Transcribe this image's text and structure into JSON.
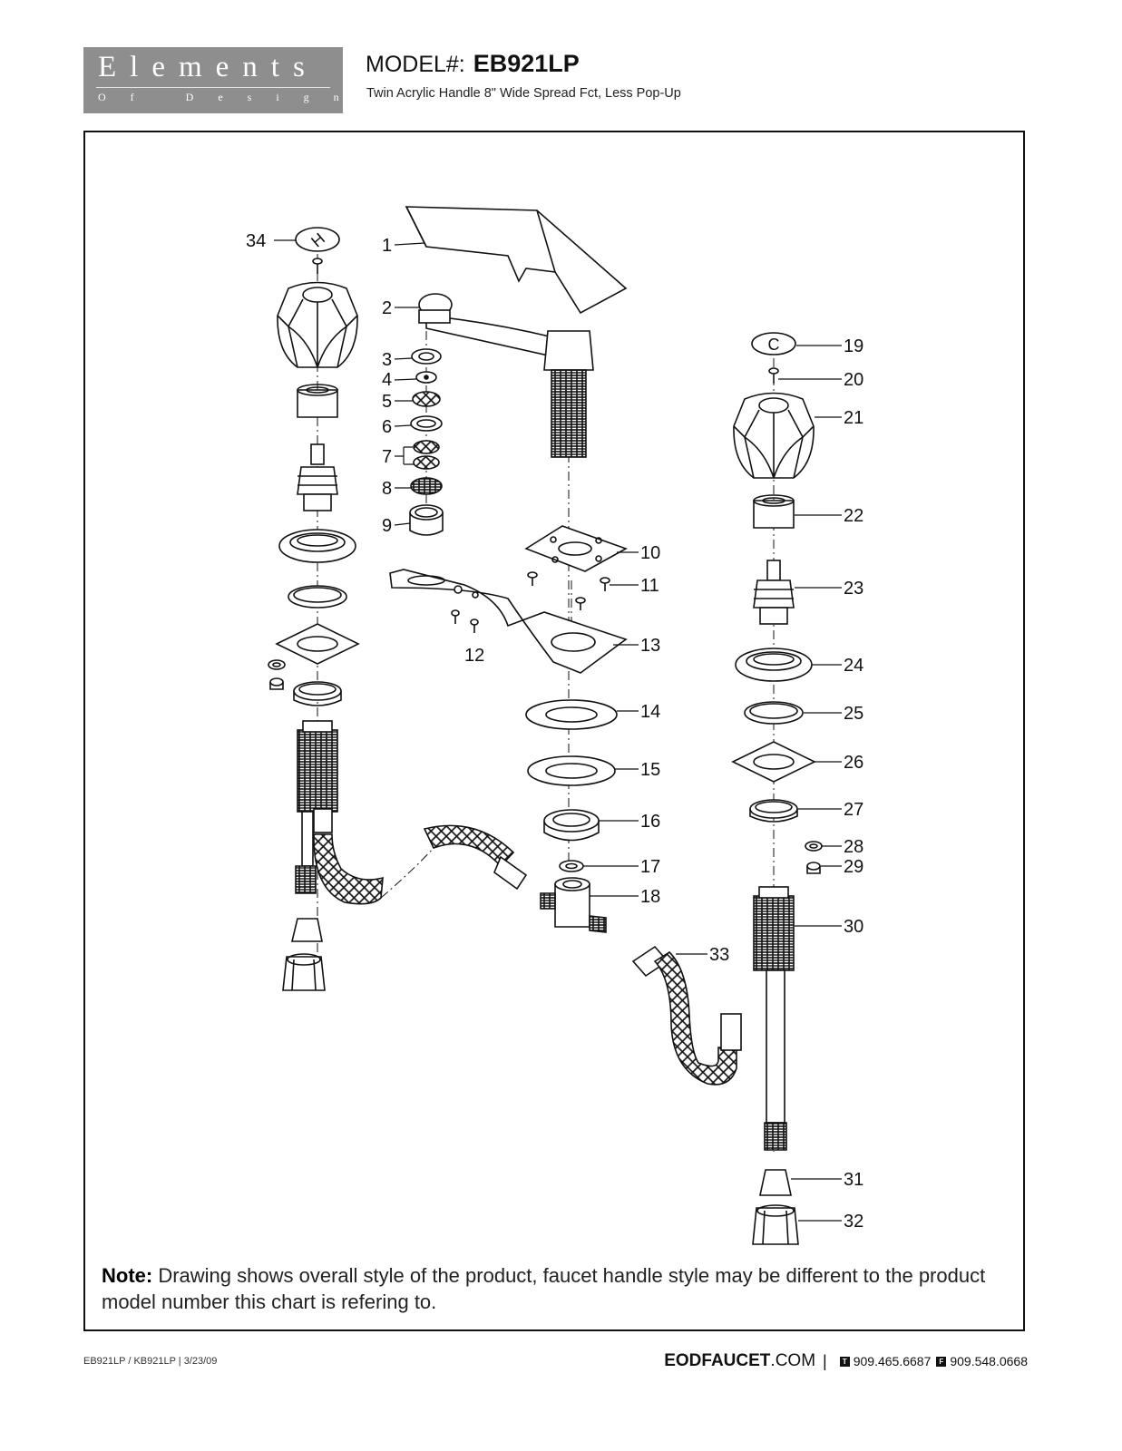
{
  "header": {
    "logo_word": "Elements",
    "logo_sub": "Of Design",
    "model_label": "MODEL#:",
    "model_number": "EB921LP",
    "subtitle": "Twin Acrylic Handle 8\" Wide Spread Fct, Less Pop-Up"
  },
  "diagram": {
    "labels": [
      "1",
      "2",
      "3",
      "4",
      "5",
      "6",
      "7",
      "8",
      "9",
      "10",
      "11",
      "12",
      "13",
      "14",
      "15",
      "16",
      "17",
      "18",
      "19",
      "20",
      "21",
      "22",
      "23",
      "24",
      "25",
      "26",
      "27",
      "28",
      "29",
      "30",
      "31",
      "32",
      "33",
      "34"
    ],
    "hot_mark": "H",
    "cold_mark": "C"
  },
  "note": {
    "label": "Note:",
    "text": " Drawing shows overall style of the product, faucet handle style may be different to the product model number this chart is refering to."
  },
  "footer": {
    "doc_ref": "EB921LP / KB921LP  |  3/23/09",
    "site_bold": "EODFAUCET",
    "site_rest": ".COM",
    "separator": "|",
    "phone_icon": "T",
    "phone": "909.465.6687",
    "fax_icon": "F",
    "fax": "909.548.0668"
  }
}
